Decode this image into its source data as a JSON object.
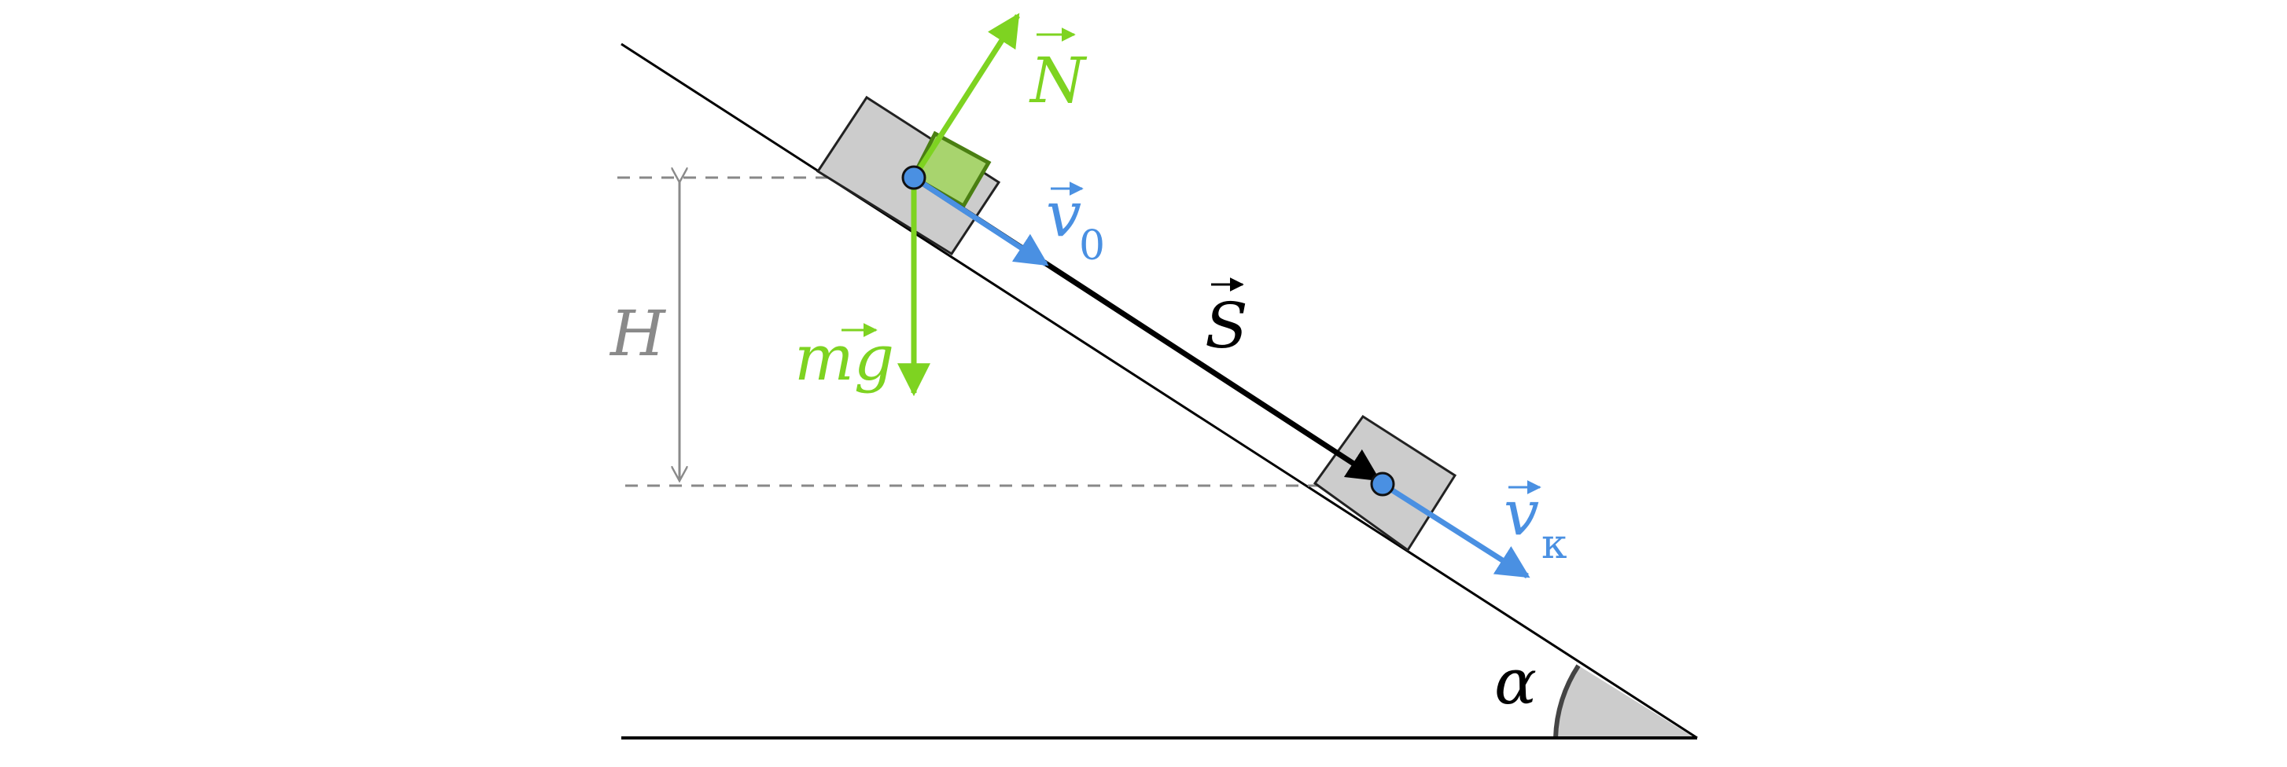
{
  "colors": {
    "force": "#7ed321",
    "force_dark": "#4a7f12",
    "velocity": "#4a90e2",
    "height_marker": "#8a8a8a",
    "incline": "#000000",
    "block_fill": "#cccccc",
    "block_stroke": "#222222",
    "angle_fill": "#cccccc",
    "angle_arc": "#444444",
    "dashed": "#888888",
    "point_fill": "#4a90e2"
  },
  "labels": {
    "normal_force": {
      "base": "N",
      "vector": true
    },
    "gravity": {
      "base": "mg",
      "vector": true
    },
    "initial_velocity": {
      "base": "v",
      "sub": "0",
      "vector": true
    },
    "final_velocity": {
      "base": "v",
      "sub": "к",
      "vector": true
    },
    "displacement": {
      "base": "S",
      "vector": true
    },
    "height": {
      "base": "H"
    },
    "angle": {
      "base": "α"
    }
  }
}
